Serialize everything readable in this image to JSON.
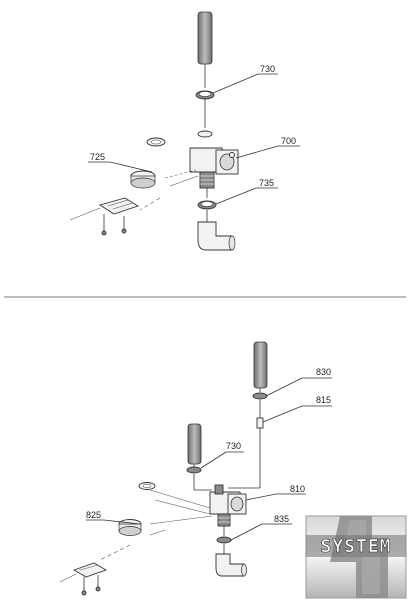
{
  "diagram_top": {
    "callouts": [
      {
        "id": "c730a",
        "text": "730"
      },
      {
        "id": "c700",
        "text": "700"
      },
      {
        "id": "c725",
        "text": "725"
      },
      {
        "id": "c735",
        "text": "735"
      }
    ]
  },
  "diagram_bottom": {
    "callouts": [
      {
        "id": "c830",
        "text": "830"
      },
      {
        "id": "c815",
        "text": "815"
      },
      {
        "id": "c730b",
        "text": "730"
      },
      {
        "id": "c810",
        "text": "810"
      },
      {
        "id": "c825",
        "text": "825"
      },
      {
        "id": "c835",
        "text": "835"
      }
    ]
  },
  "logo": {
    "text": "SYSTEM"
  }
}
